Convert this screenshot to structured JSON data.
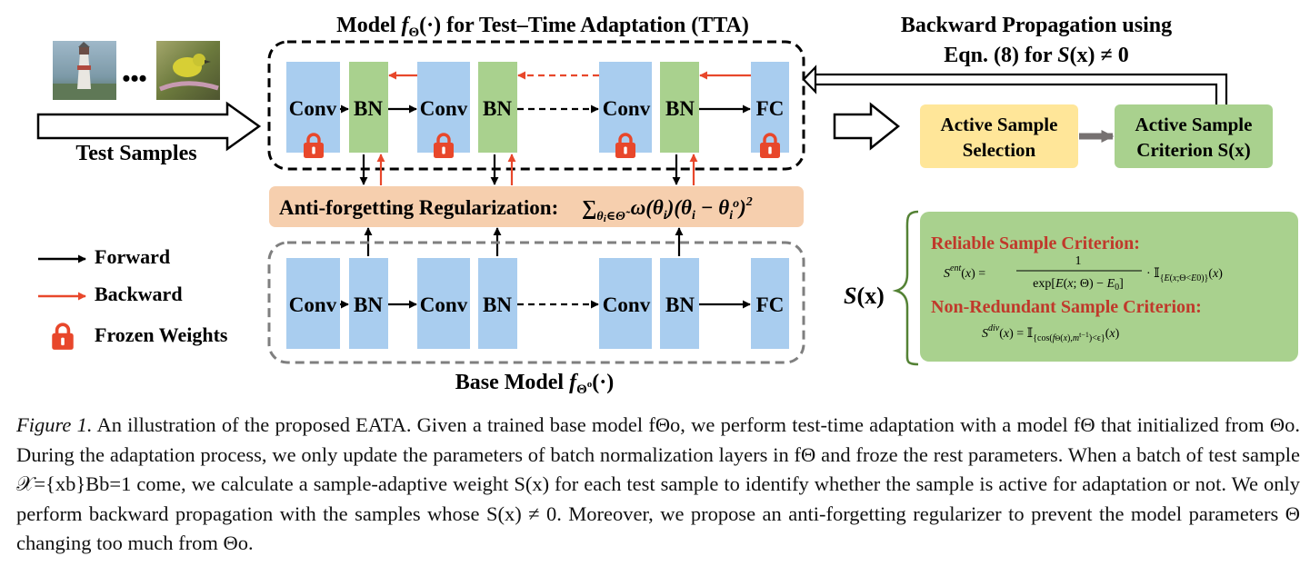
{
  "diagram": {
    "title_top": "Model fΘ(·) for Test–Time Adaptation (TTA)",
    "title_top_parts": {
      "pre": "Model ",
      "func": "f",
      "sub": "Θ",
      "post": "(·) for Test–Time Adaptation (TTA)"
    },
    "title_bottom_parts": {
      "pre": "Base Model ",
      "func": "f",
      "sub": "Θ",
      "subsup": "o",
      "post": "(·)"
    },
    "backward_title_line1": "Backward Propagation using",
    "backward_title_line2_parts": {
      "pre": "Eqn. (8) for ",
      "s": "S",
      "post": "(x) ≠ 0"
    },
    "test_samples_label": "Test Samples",
    "ellipsis": "•••",
    "layers_top": [
      "Conv",
      "BN",
      "Conv",
      "BN",
      "Conv",
      "BN",
      "FC"
    ],
    "layers_bottom": [
      "Conv",
      "BN",
      "Conv",
      "BN",
      "Conv",
      "BN",
      "FC"
    ],
    "regularization_label": "Anti-forgetting Regularization:",
    "regularization_formula": "∑θi∈Θ̃ ω(θi)(θi − θio)2",
    "active_selection_line1": "Active Sample",
    "active_selection_line2": "Selection",
    "active_criterion_line1": "Active Sample",
    "active_criterion_line2": "Criterion S(x)",
    "sx_label": "S(x)",
    "reliable_title": "Reliable Sample Criterion:",
    "reliable_formula": "Sent(x) = 1 / (exp[E(x;Θ) − E0]) · 𝕀{E(x;Θ)<E0}(x)",
    "nonredundant_title": "Non-Redundant Sample Criterion:",
    "nonredundant_formula": "Sdiv(x) = 𝕀{cos(fΘ(x),mt−1)<ϵ}(x)"
  },
  "legend": {
    "forward": "Forward",
    "backward": "Backward",
    "frozen": "Frozen Weights"
  },
  "caption": {
    "label": "Figure 1.",
    "text": "An illustration of the proposed EATA. Given a trained base model fΘo, we perform test-time adaptation with a model fΘ that initialized from Θo. During the adaptation process, we only update the parameters of batch normalization layers in fΘ and froze the rest parameters. When a batch of test sample 𝒳={xb}Bb=1 come, we calculate a sample-adaptive weight S(x) for each test sample to identify whether the sample is active for adaptation or not. We only perform backward propagation with the samples whose S(x) ≠ 0. Moreover, we propose an anti-forgetting regularizer to prevent the model parameters Θ changing too much from Θo."
  },
  "colors": {
    "conv": "#a9cdef",
    "bn": "#a9d18e",
    "orange_box": "#f6cfae",
    "yellow_box": "#ffe699",
    "green_box": "#a9d18e",
    "red_arrow": "#e8472b",
    "lock": "#e8472b",
    "dark_red_text": "#c0392b",
    "gray_arrow": "#767171",
    "brace": "#548235"
  }
}
